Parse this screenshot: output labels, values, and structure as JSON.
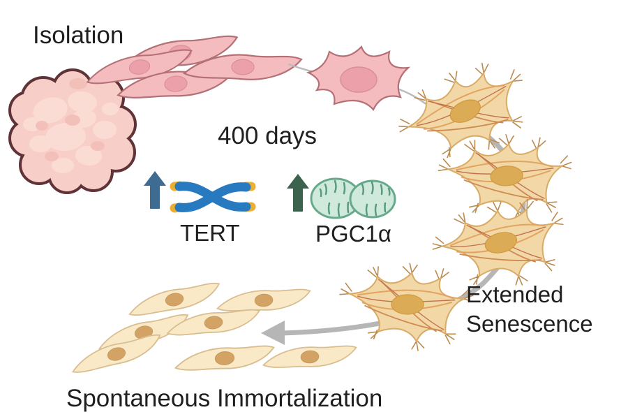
{
  "labels": {
    "isolation": "Isolation",
    "duration": "400 days",
    "tert": "TERT",
    "pgc1alpha": "PGC1α",
    "extended_line1": "Extended",
    "extended_line2": "Senescence",
    "spontaneous": "Spontaneous Immortalization"
  },
  "upregulated_markers": [
    {
      "name": "TERT",
      "direction": "up",
      "icon": "chromosome-icon"
    },
    {
      "name": "PGC1α",
      "direction": "up",
      "icon": "mitochondria-icon"
    }
  ],
  "icons": {
    "tert_increase": "up-arrow-icon",
    "tert_symbol": "chromosome-icon",
    "pgc1alpha_increase": "up-arrow-icon",
    "pgc1alpha_symbol": "mitochondria-icon",
    "progression": "curved-arrow-icon"
  },
  "colors": {
    "text": "#1f1f1f",
    "tissue_fill": "#f8cfc8",
    "tissue_outline": "#5f3337",
    "pink_cell": "#f5bcc0",
    "pink_cell_outline": "#b37176",
    "pink_nucleus": "#eca0a9",
    "senescent_cell": "#f2d8a6",
    "senescent_outline": "#d8ab67",
    "senescent_nucleus": "#dcab55",
    "immortal_cell": "#f9e9c6",
    "immortal_outline": "#d9bd90",
    "immortal_nucleus": "#d2a365",
    "tert_arrow_blue": "#3e6b91",
    "chromosome_blue": "#2779c0",
    "telomere_yellow": "#edaf31",
    "pgc_arrow_green": "#3a624c",
    "mito_fill": "#cfeadd",
    "mito_outline": "#68a98b",
    "flow_arrow_gray": "#b6b6b6"
  }
}
